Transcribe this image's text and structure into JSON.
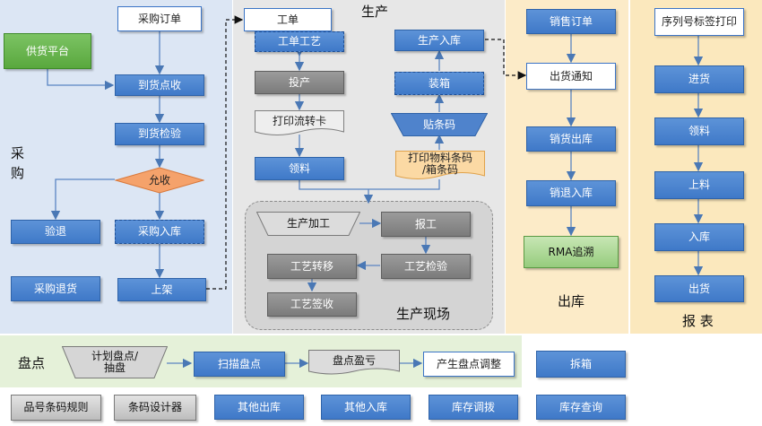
{
  "zones": {
    "purchase": "采\n购",
    "production": "生产",
    "shopfloor": "生产现场",
    "outbound": "出库",
    "report": "报 表",
    "inventory": "盘点"
  },
  "purchase": {
    "po": "采购订单",
    "supplier": "供货平台",
    "arrival_receive": "到货点收",
    "arrival_inspect": "到货检验",
    "allow": "允收",
    "inspect_return": "验退",
    "purchase_inbound": "采购入库",
    "purchase_return": "采购退货",
    "shelve": "上架"
  },
  "production": {
    "work_order": "工单",
    "wo_process": "工单工艺",
    "feed": "投产",
    "print_card": "打印流转卡",
    "pick": "领料",
    "prod_inbound": "生产入库",
    "boxing": "装箱",
    "labeling": "贴条码",
    "print_codes": "打印物料条码\n/箱条码",
    "process": "生产加工",
    "report_work": "报工",
    "process_transfer": "工艺转移",
    "process_inspect": "工艺检验",
    "process_signoff": "工艺签收"
  },
  "outbound": {
    "sales_order": "销售订单",
    "ship_notice": "出货通知",
    "sales_out": "销货出库",
    "sales_return": "销退入库",
    "rma": "RMA追溯"
  },
  "report": {
    "serial_print": "序列号标签打印",
    "stock_in": "进货",
    "pick": "领料",
    "feed": "上料",
    "inbound": "入库",
    "ship": "出货"
  },
  "inventory": {
    "plan": "计划盘点/\n抽盘",
    "scan": "扫描盘点",
    "diff": "盘点盈亏",
    "adjust": "产生盘点调整",
    "unpack": "拆箱"
  },
  "bottom": {
    "code_rule": "品号条码规则",
    "designer": "条码设计器",
    "other_out": "其他出库",
    "other_in": "其他入库",
    "transfer": "库存调拨",
    "stock_query": "库存查询"
  }
}
